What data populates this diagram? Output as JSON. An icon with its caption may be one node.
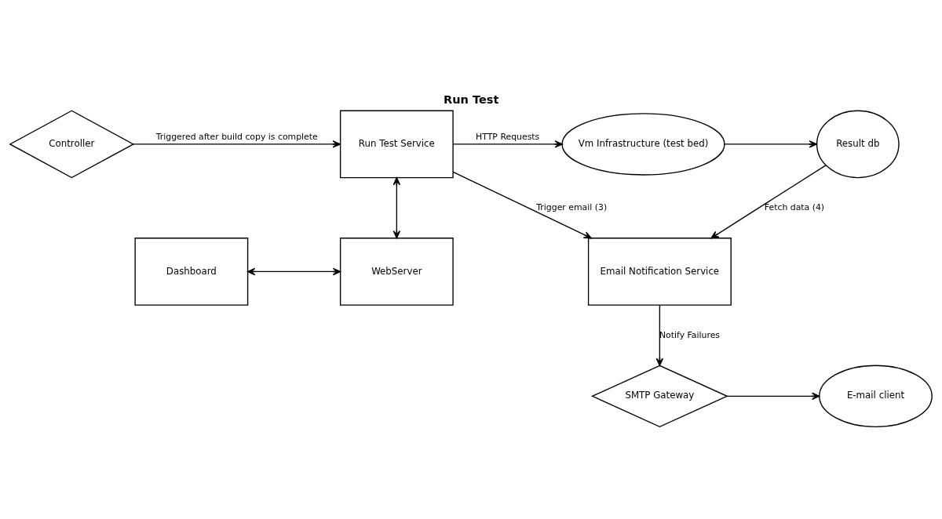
{
  "diagram": {
    "title": "Run Test",
    "nodes": [
      {
        "text": [
          "Controller"
        ]
      },
      {
        "text": [
          "Run Test Service"
        ]
      },
      {
        "text": [
          "Vm Infrastructure (test bed)"
        ]
      },
      {
        "text": [
          "Result db"
        ]
      },
      {
        "text": [
          "Dashboard"
        ]
      },
      {
        "text": [
          "WebServer"
        ]
      },
      {
        "text": [
          "Email Notification Service"
        ]
      },
      {
        "text": [
          "E-mail client"
        ]
      },
      {
        "text": [
          "SMTP Gateway"
        ]
      }
    ],
    "edges": [
      {
        "from": 0,
        "to": 1,
        "arrow": "to",
        "label": "Triggered after build copy is complete"
      },
      {
        "from": 1,
        "to": 2,
        "arrow": "to",
        "label": "HTTP Requests"
      },
      {
        "from": 2,
        "to": 3,
        "arrow": "to"
      },
      {
        "from": 1,
        "to": 5,
        "arrow": "both"
      },
      {
        "from": 4,
        "to": 5,
        "arrow": "both"
      },
      {
        "from": 1,
        "to": 6,
        "arrow": "to",
        "label": "Trigger email (3)"
      },
      {
        "from": 3,
        "to": 6,
        "arrow": "to",
        "label": "Fetch data (4)"
      },
      {
        "from": 6,
        "to": 8,
        "arrow": "to",
        "label": "Notify Failures"
      },
      {
        "from": 8,
        "to": 7,
        "arrow": "to"
      }
    ]
  }
}
